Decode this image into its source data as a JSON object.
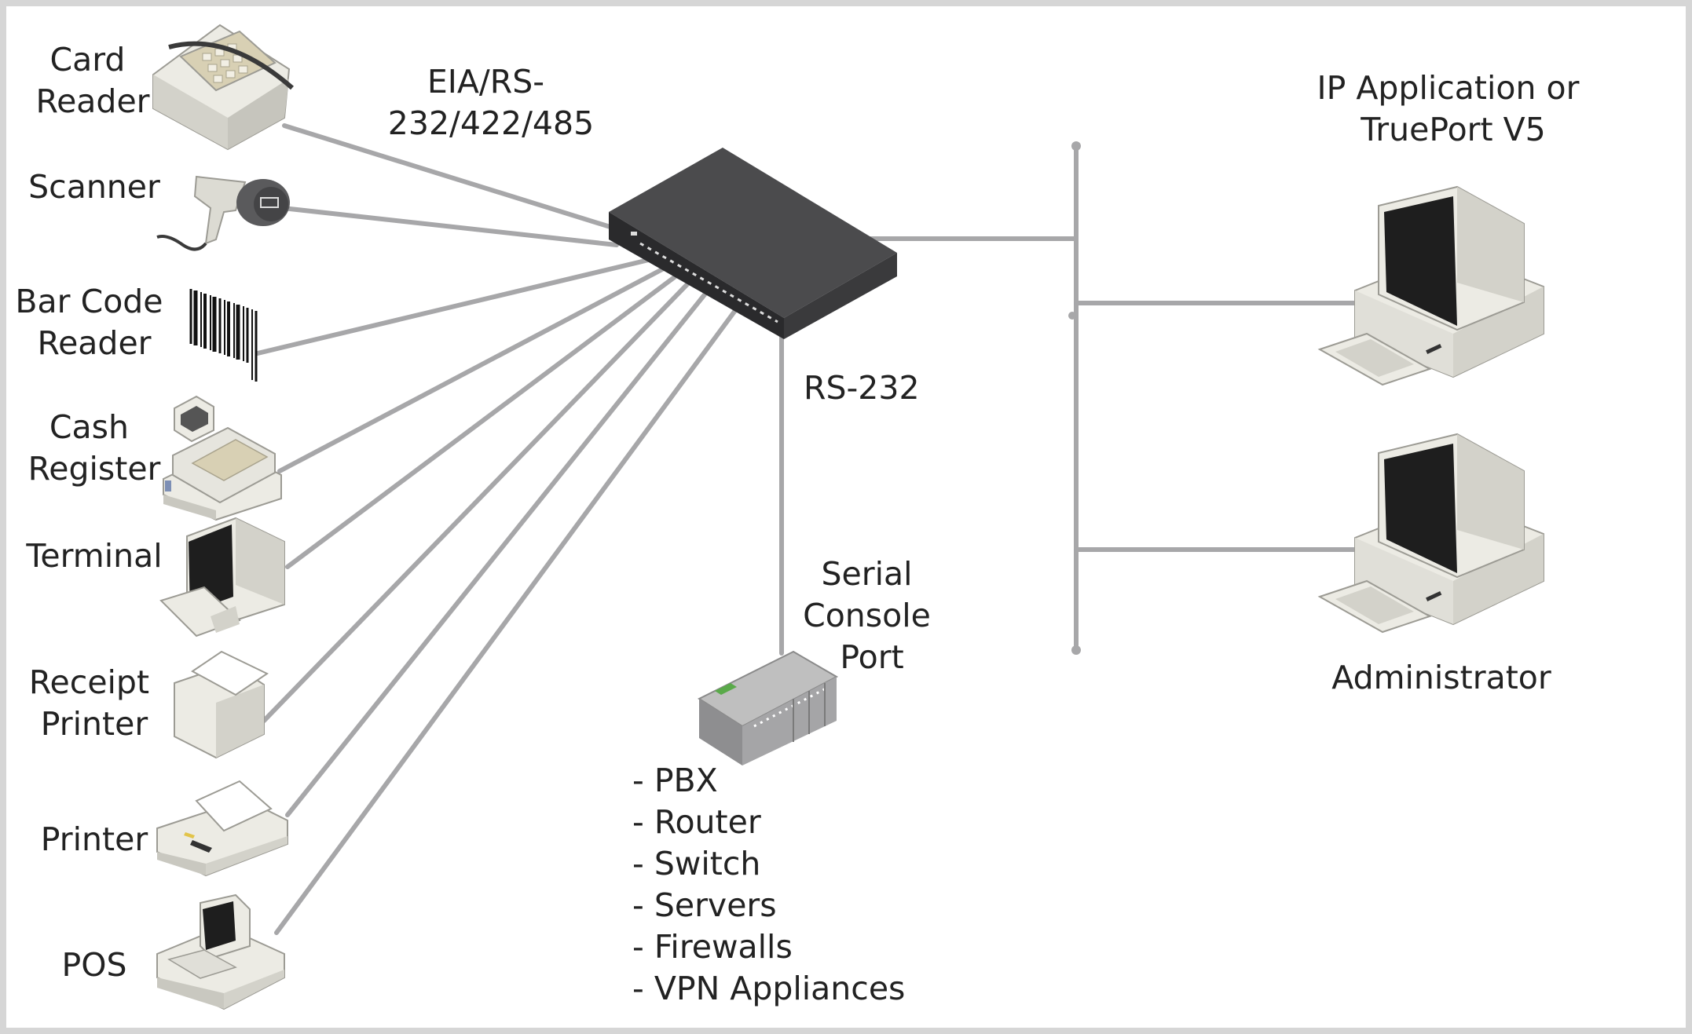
{
  "labels": {
    "card_reader": [
      "Card",
      "Reader"
    ],
    "scanner": [
      "Scanner"
    ],
    "barcode_reader": [
      "Bar Code",
      "Reader"
    ],
    "cash_register": [
      "Cash",
      "Register"
    ],
    "terminal": [
      "Terminal"
    ],
    "receipt_printer": [
      "Receipt",
      "Printer"
    ],
    "printer": [
      "Printer"
    ],
    "pos": [
      "POS"
    ],
    "serial_protocols": [
      "EIA/RS-",
      "232/422/485"
    ],
    "rs232": [
      "RS-232"
    ],
    "serial_console": [
      "Serial",
      "Console",
      "Port"
    ],
    "ip_application": [
      "IP Application or",
      "TruePort V5"
    ],
    "administrator": [
      "Administrator"
    ]
  },
  "console_devices": [
    "- PBX",
    "- Router",
    "- Switch",
    "- Servers",
    "- Firewalls",
    "- VPN Appliances"
  ],
  "colors": {
    "link": "#a7a7a9",
    "server_top": "#4b4b4d",
    "server_front": "#2a2a2c",
    "device_body": "#ecebe4",
    "device_shade": "#d3d2ca",
    "screen": "#1e1e1e",
    "frame": "#d6d6d6"
  },
  "icons": {
    "card_reader": "card-reader-icon",
    "scanner": "barcode-scanner-icon",
    "barcode": "barcode-icon",
    "cash_register": "cash-register-icon",
    "terminal": "terminal-icon",
    "receipt_printer": "receipt-printer-icon",
    "printer": "printer-icon",
    "pos": "pos-terminal-icon",
    "device_server": "device-server-icon",
    "console_equipment": "network-equipment-icon",
    "workstation": "workstation-icon"
  }
}
